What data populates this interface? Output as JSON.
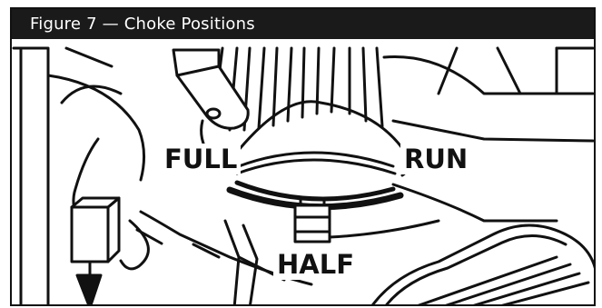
{
  "figure": {
    "caption": "Figure 7 — Choke Positions",
    "labels": {
      "full": "FULL",
      "run": "RUN",
      "half": "HALF"
    }
  },
  "colors": {
    "ink": "#111111",
    "caption_bg": "#1a1a1a",
    "caption_text": "#ffffff",
    "paper": "#ffffff"
  }
}
